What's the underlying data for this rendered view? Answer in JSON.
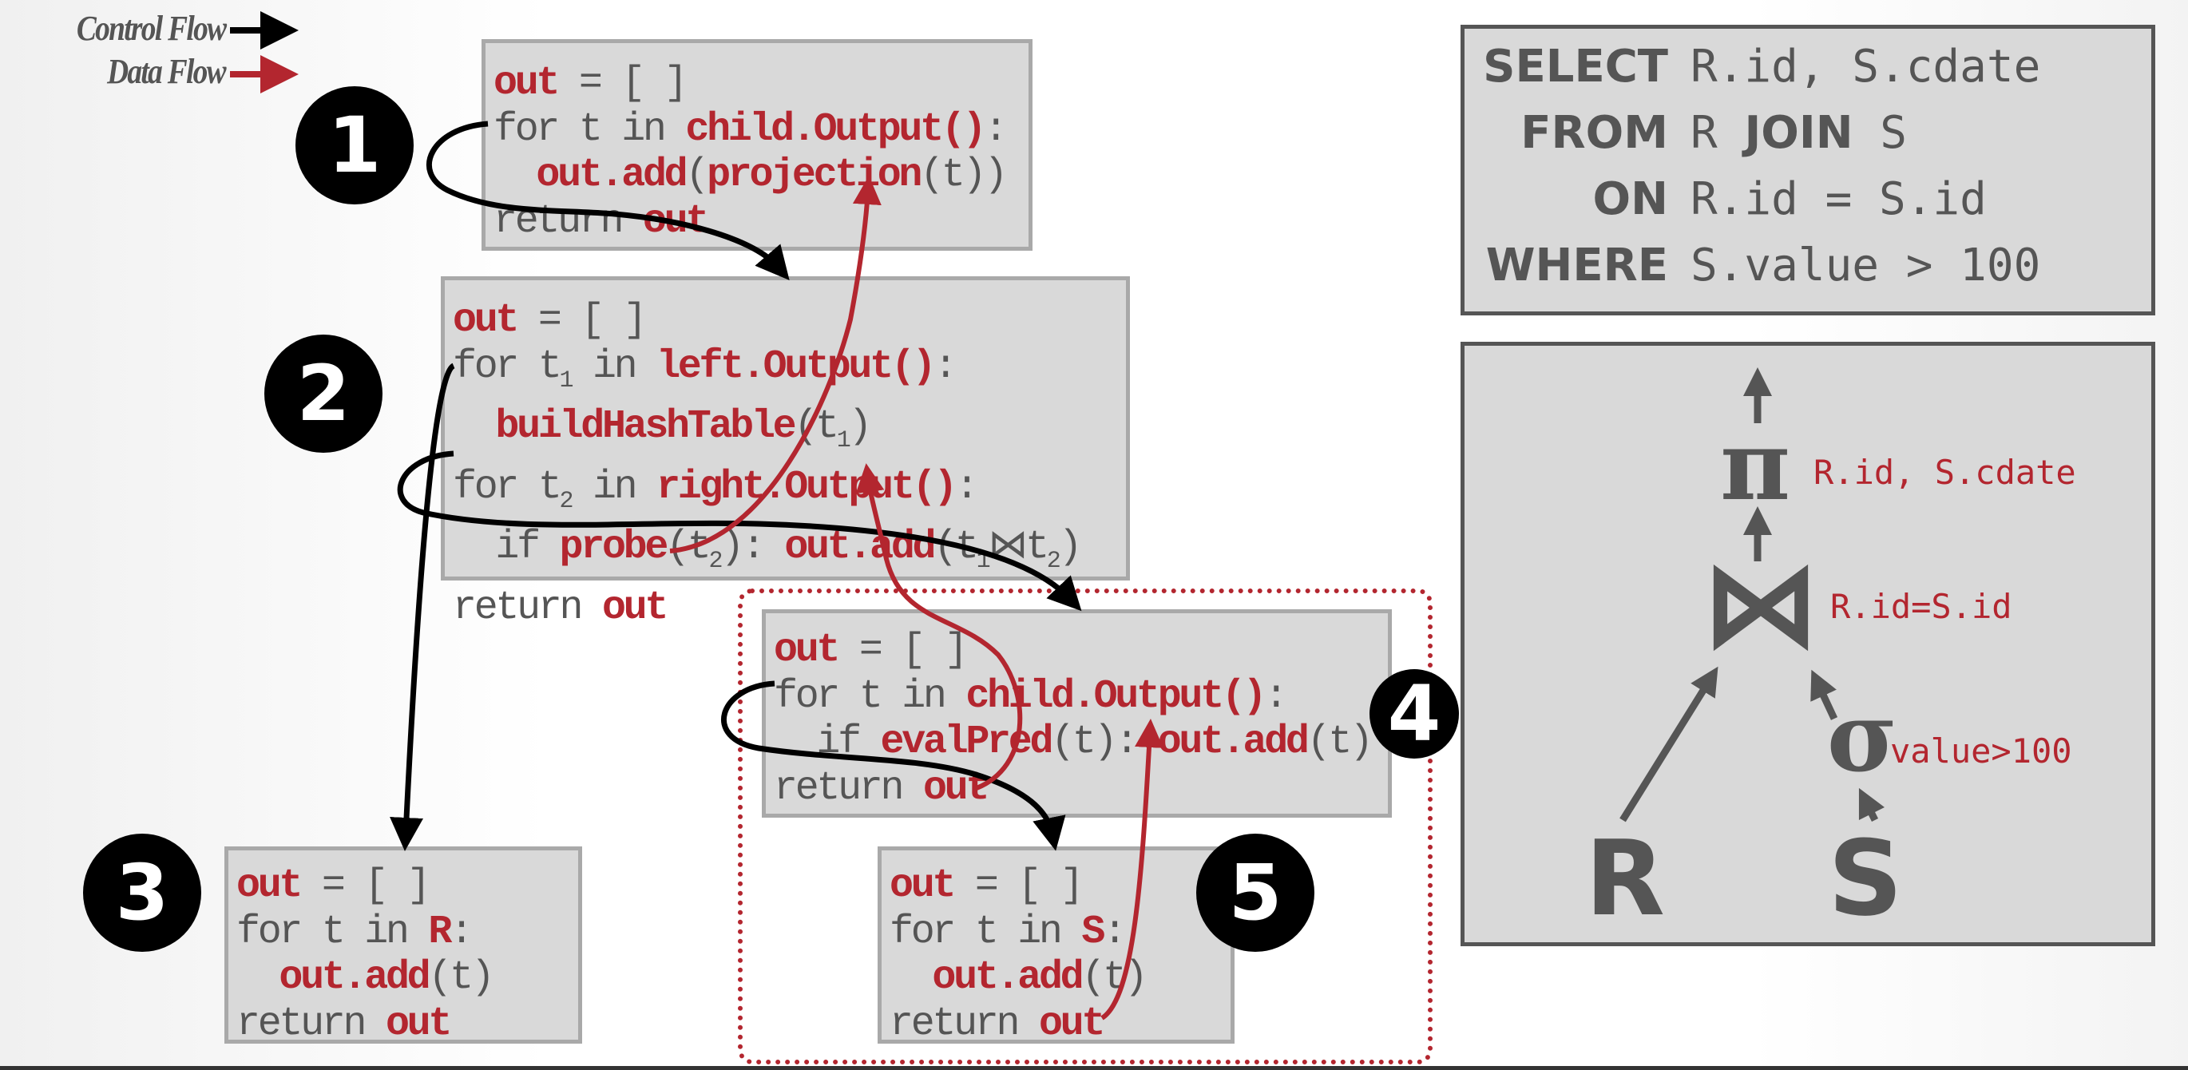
{
  "legend": {
    "control_flow": "Control Flow",
    "data_flow": "Data Flow",
    "control_color": "#000000",
    "data_color": "#b3262f"
  },
  "colors": {
    "red": "#b3262f",
    "gray": "#555555",
    "box_fill": "#d9d9d9"
  },
  "boxes": [
    {
      "id": "projection",
      "lines": [
        [
          {
            "t": "out",
            "c": "r"
          },
          {
            "t": " = [ ]",
            "c": "g"
          }
        ],
        [
          {
            "t": "for t in ",
            "c": "g"
          },
          {
            "t": "child.Output()",
            "c": "r"
          },
          {
            "t": ":",
            "c": "g"
          }
        ],
        [
          {
            "t": "  ",
            "c": "g"
          },
          {
            "t": "out.add",
            "c": "r"
          },
          {
            "t": "(",
            "c": "g"
          },
          {
            "t": "projection",
            "c": "r"
          },
          {
            "t": "(t))",
            "c": "g"
          }
        ],
        [
          {
            "t": "return ",
            "c": "g"
          },
          {
            "t": "out",
            "c": "r"
          }
        ]
      ]
    },
    {
      "id": "join",
      "lines": [
        [
          {
            "t": "out",
            "c": "r"
          },
          {
            "t": " = [ ]",
            "c": "g"
          }
        ],
        [
          {
            "t": "for t",
            "c": "g"
          },
          {
            "t": "1",
            "c": "s"
          },
          {
            "t": " in ",
            "c": "g"
          },
          {
            "t": "left.Output()",
            "c": "r"
          },
          {
            "t": ":",
            "c": "g"
          }
        ],
        [
          {
            "t": "  ",
            "c": "g"
          },
          {
            "t": "buildHashTable",
            "c": "r"
          },
          {
            "t": "(t",
            "c": "g"
          },
          {
            "t": "1",
            "c": "s"
          },
          {
            "t": ")",
            "c": "g"
          }
        ],
        [
          {
            "t": "for t",
            "c": "g"
          },
          {
            "t": "2",
            "c": "s"
          },
          {
            "t": " in ",
            "c": "g"
          },
          {
            "t": "right.Output()",
            "c": "r"
          },
          {
            "t": ":",
            "c": "g"
          }
        ],
        [
          {
            "t": "  if ",
            "c": "g"
          },
          {
            "t": "probe",
            "c": "r"
          },
          {
            "t": "(t",
            "c": "g"
          },
          {
            "t": "2",
            "c": "s"
          },
          {
            "t": "): ",
            "c": "g"
          },
          {
            "t": "out.add",
            "c": "r"
          },
          {
            "t": "(t",
            "c": "g"
          },
          {
            "t": "1",
            "c": "s"
          },
          {
            "t": "⋈",
            "c": "sym"
          },
          {
            "t": "t",
            "c": "g"
          },
          {
            "t": "2",
            "c": "s"
          },
          {
            "t": ")",
            "c": "g"
          }
        ],
        [
          {
            "t": "return ",
            "c": "g"
          },
          {
            "t": "out",
            "c": "r"
          }
        ]
      ]
    },
    {
      "id": "scan-r",
      "lines": [
        [
          {
            "t": "out",
            "c": "r"
          },
          {
            "t": " = [ ]",
            "c": "g"
          }
        ],
        [
          {
            "t": "for t in ",
            "c": "g"
          },
          {
            "t": "R",
            "c": "r"
          },
          {
            "t": ":",
            "c": "g"
          }
        ],
        [
          {
            "t": "  ",
            "c": "g"
          },
          {
            "t": "out.add",
            "c": "r"
          },
          {
            "t": "(t)",
            "c": "g"
          }
        ],
        [
          {
            "t": "return ",
            "c": "g"
          },
          {
            "t": "out",
            "c": "r"
          }
        ]
      ]
    },
    {
      "id": "selection",
      "lines": [
        [
          {
            "t": "out",
            "c": "r"
          },
          {
            "t": " = [ ]",
            "c": "g"
          }
        ],
        [
          {
            "t": "for t in ",
            "c": "g"
          },
          {
            "t": "child.Output()",
            "c": "r"
          },
          {
            "t": ":",
            "c": "g"
          }
        ],
        [
          {
            "t": "  if ",
            "c": "g"
          },
          {
            "t": "evalPred",
            "c": "r"
          },
          {
            "t": "(t): ",
            "c": "g"
          },
          {
            "t": "out.add",
            "c": "r"
          },
          {
            "t": "(t)",
            "c": "g"
          }
        ],
        [
          {
            "t": "return ",
            "c": "g"
          },
          {
            "t": "out",
            "c": "r"
          }
        ]
      ]
    },
    {
      "id": "scan-s",
      "lines": [
        [
          {
            "t": "out",
            "c": "r"
          },
          {
            "t": " = [ ]",
            "c": "g"
          }
        ],
        [
          {
            "t": "for t in ",
            "c": "g"
          },
          {
            "t": "S",
            "c": "r"
          },
          {
            "t": ":",
            "c": "g"
          }
        ],
        [
          {
            "t": "  ",
            "c": "g"
          },
          {
            "t": "out.add",
            "c": "r"
          },
          {
            "t": "(t)",
            "c": "g"
          }
        ],
        [
          {
            "t": "return ",
            "c": "g"
          },
          {
            "t": "out",
            "c": "r"
          }
        ]
      ]
    }
  ],
  "steps": [
    "1",
    "2",
    "3",
    "4",
    "5"
  ],
  "sql": {
    "select_kw": "SELECT",
    "select_val": "R.id, S.cdate",
    "from_kw": "FROM",
    "from_r": "R ",
    "from_join": "JOIN",
    "from_s": " S",
    "on_kw": "ON",
    "on_val": "R.id = S.id",
    "where_kw": "WHERE",
    "where_val": "S.value > 100"
  },
  "tree": {
    "projection_symbol": "π",
    "projection_label": "R.id, S.cdate",
    "join_symbol": "⋈",
    "join_label": "R.id=S.id",
    "selection_symbol": "σ",
    "selection_label": "value>100",
    "left_relation": "R",
    "right_relation": "S"
  }
}
